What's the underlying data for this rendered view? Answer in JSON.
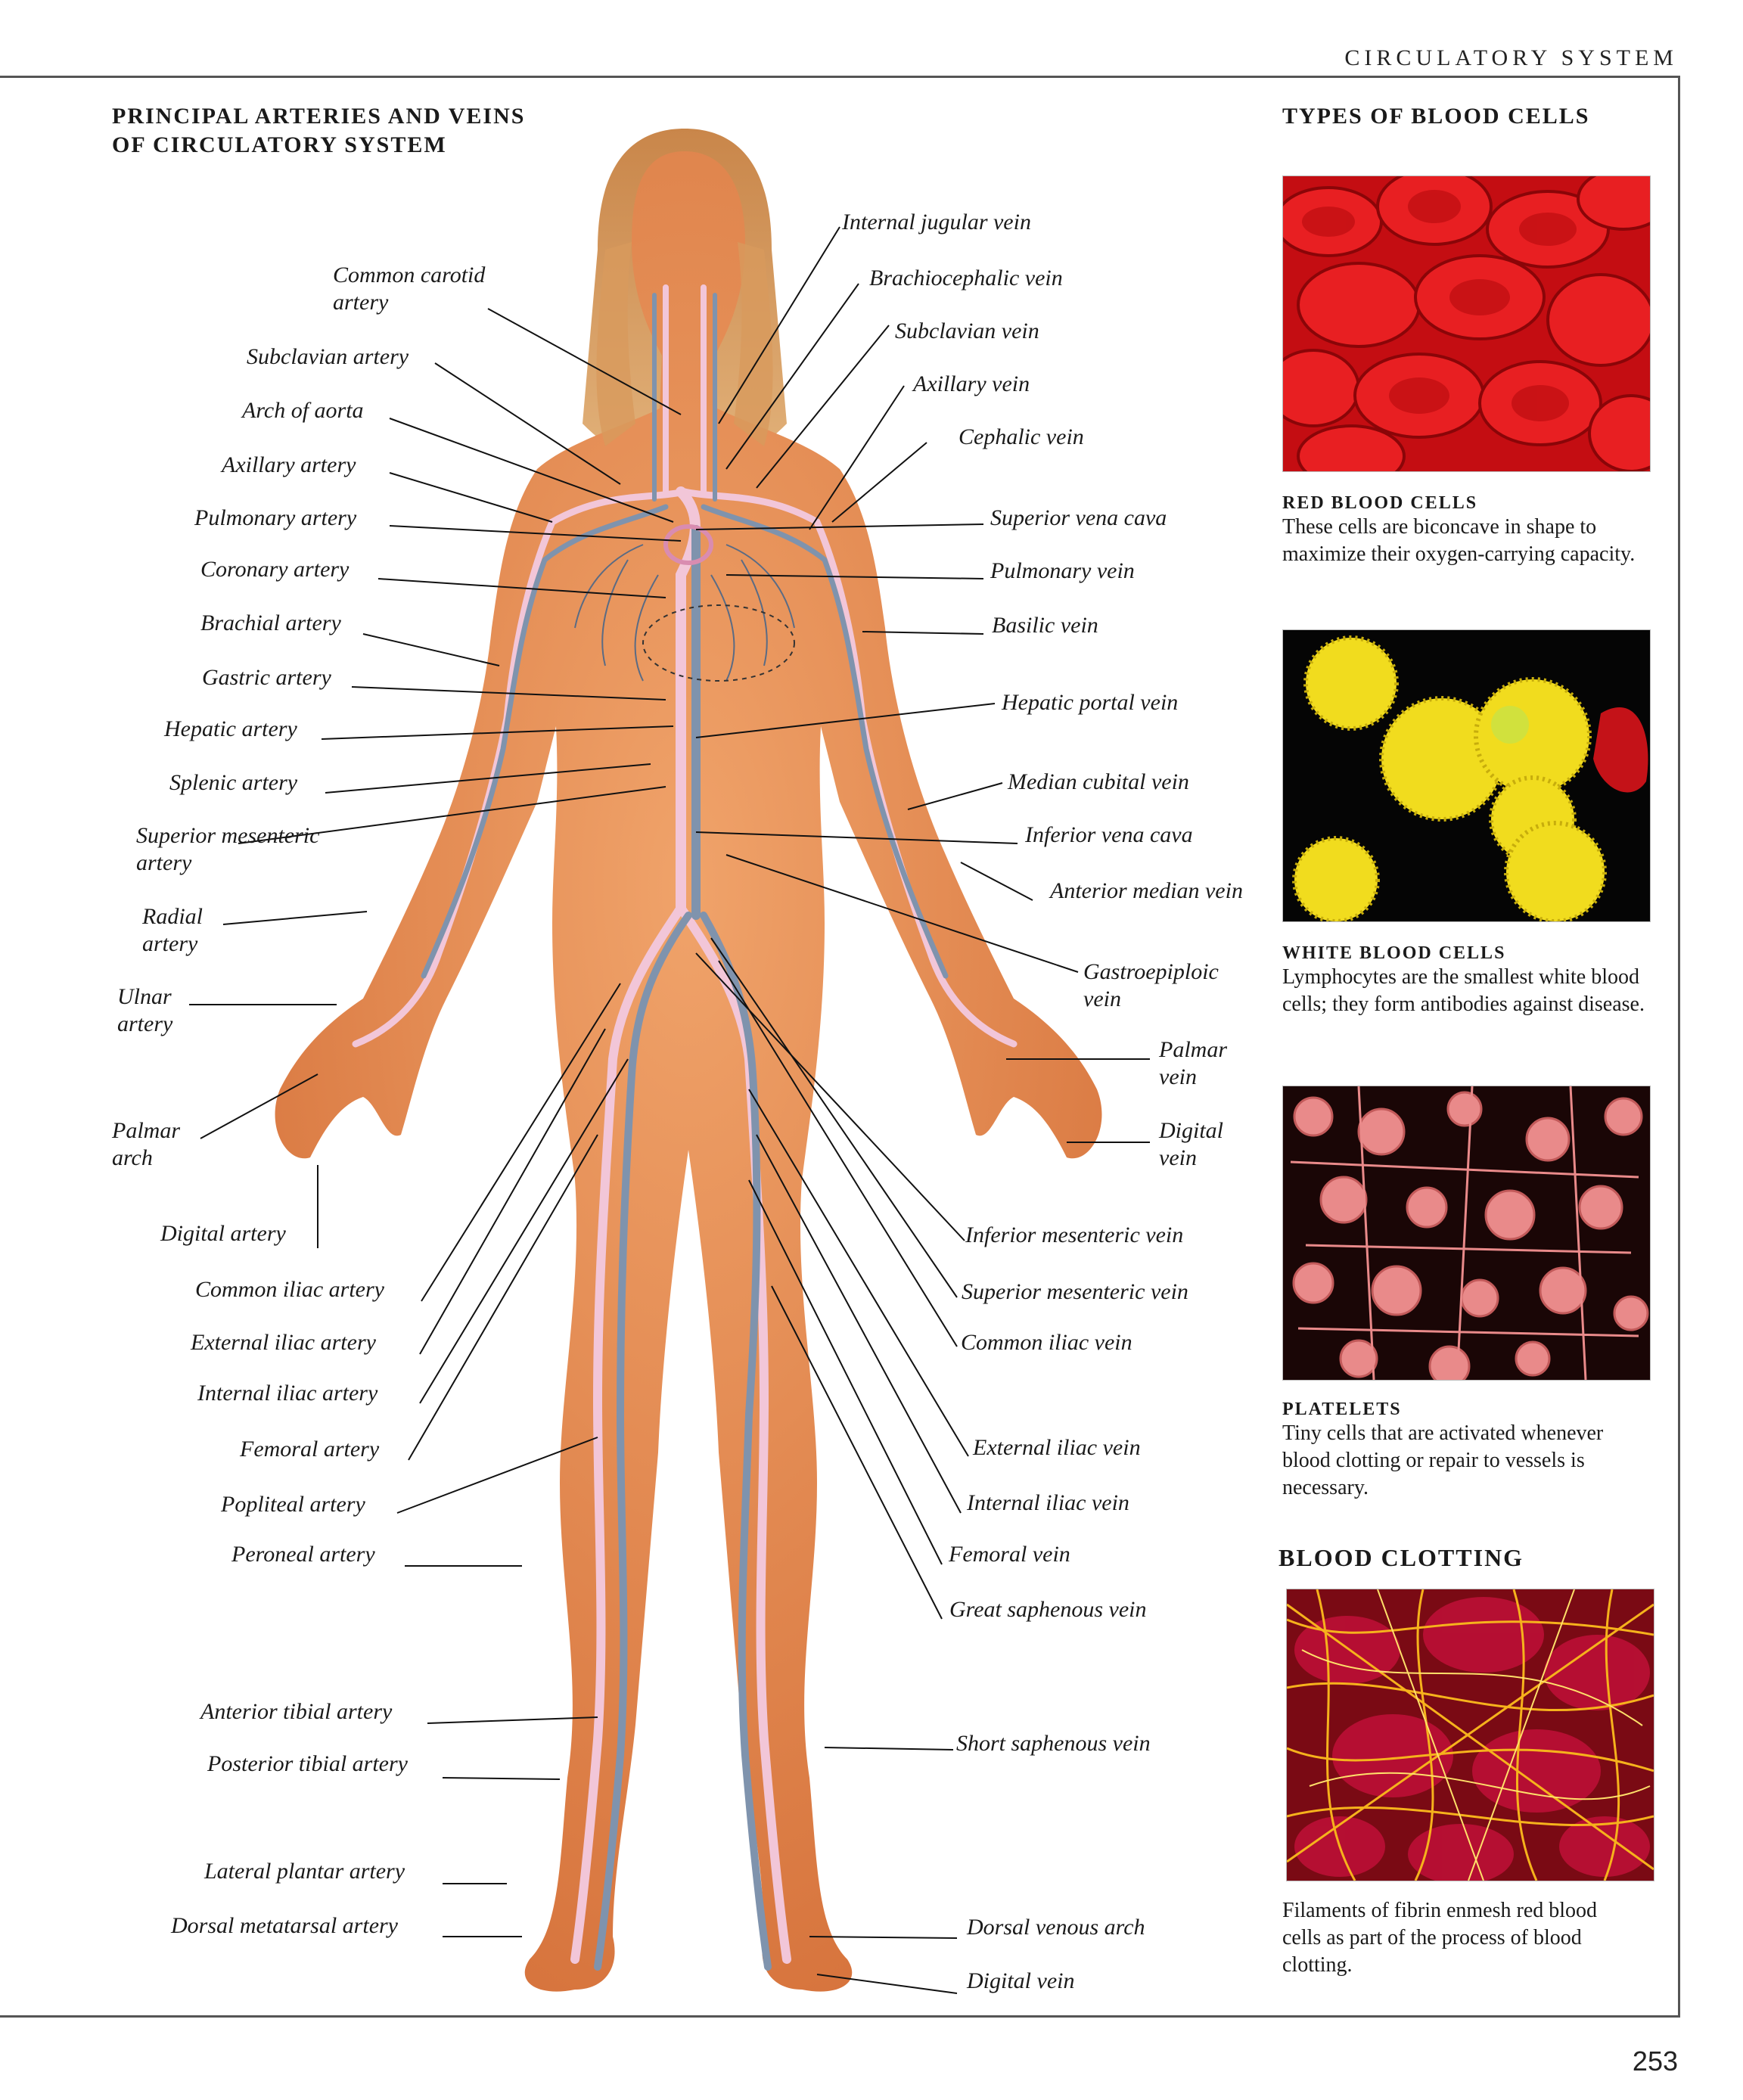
{
  "section_header": "CIRCULATORY SYSTEM",
  "figure_title_line1": "PRINCIPAL ARTERIES AND VEINS",
  "figure_title_line2": "OF CIRCULATORY SYSTEM",
  "labels_left": [
    "Common carotid artery",
    "Subclavian artery",
    "Arch of aorta",
    "Axillary artery",
    "Pulmonary artery",
    "Coronary artery",
    "Brachial artery",
    "Gastric artery",
    "Hepatic artery",
    "Splenic artery",
    "Superior mesenteric artery",
    "Radial artery",
    "Ulnar artery",
    "Palmar arch",
    "Digital artery",
    "Common iliac artery",
    "External iliac artery",
    "Internal iliac artery",
    "Femoral artery",
    "Popliteal artery",
    "Peroneal artery",
    "Anterior tibial artery",
    "Posterior tibial artery",
    "Lateral plantar artery",
    "Dorsal metatarsal artery"
  ],
  "labels_right": [
    "Internal jugular vein",
    "Brachiocephalic vein",
    "Subclavian vein",
    "Axillary vein",
    "Cephalic vein",
    "Superior vena cava",
    "Pulmonary vein",
    "Basilic vein",
    "Hepatic portal vein",
    "Median cubital vein",
    "Inferior vena cava",
    "Anterior median vein",
    "Gastroepiploic vein",
    "Palmar vein",
    "Digital vein",
    "Inferior mesenteric vein",
    "Superior mesenteric vein",
    "Common iliac vein",
    "External iliac vein",
    "Internal iliac vein",
    "Femoral vein",
    "Great saphenous vein",
    "Short saphenous vein",
    "Dorsal venous arch",
    "Digital vein"
  ],
  "sidebar": {
    "title": "TYPES OF BLOOD CELLS",
    "red": {
      "head": "RED BLOOD CELLS",
      "text": "These cells are biconcave in shape to maximize their oxygen-carrying capacity."
    },
    "white": {
      "head": "WHITE BLOOD CELLS",
      "text": "Lymphocytes are the smallest white blood cells; they form antibodies against disease."
    },
    "platelets": {
      "head": "PLATELETS",
      "text": "Tiny cells that are activated whenever blood clotting or repair to vessels is necessary."
    },
    "clotting_title": "BLOOD CLOTTING",
    "clotting_text": "Filaments of fibrin enmesh red blood cells as part of the process of blood clotting."
  },
  "page_number": "253",
  "colors": {
    "skin": "#e0874f",
    "artery": "#f2c6d8",
    "vein": "#7f93ad",
    "red_cells": "#d11818",
    "lymphocyte": "#f2e02a",
    "platelet": "#e98a8a",
    "fibrin": "#f5a21c"
  }
}
